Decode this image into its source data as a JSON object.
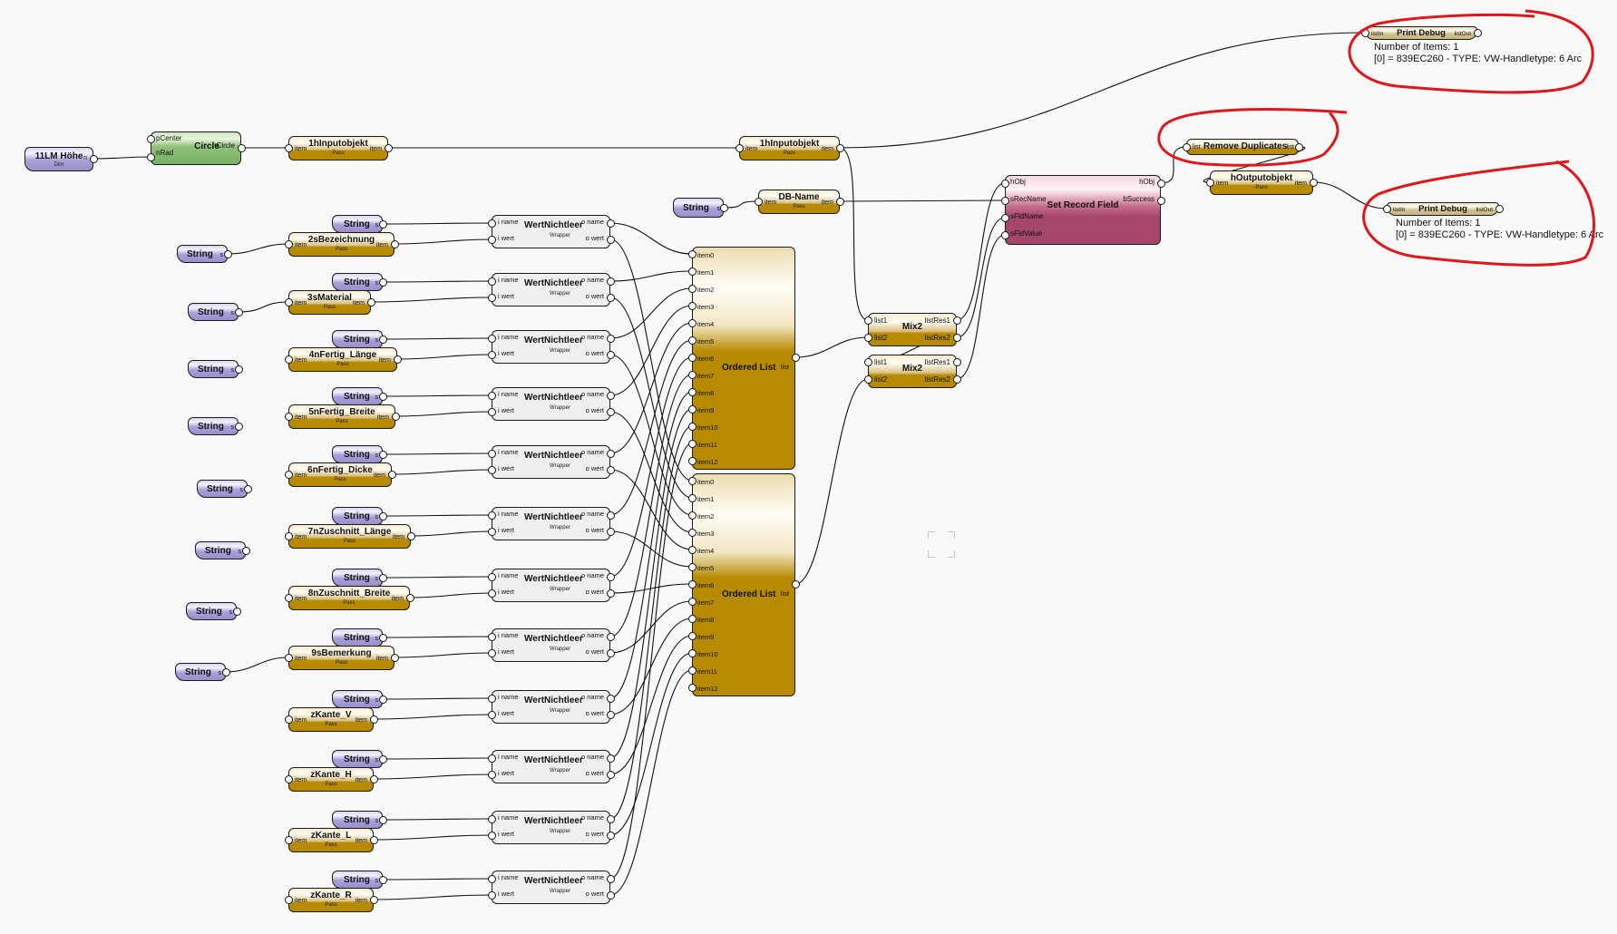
{
  "canvas": {
    "background": "#f9f9f9",
    "annotation_color": "#e0161a"
  },
  "nodes": {
    "lm_hoehe": {
      "title": "11LM Höhe",
      "subtitle": "Dim",
      "out_port": "n"
    },
    "circle": {
      "title": "Circle",
      "in_ports": [
        "pCenter",
        "nRad"
      ],
      "out_port": "hCircle"
    },
    "input_left": {
      "title": "1hInputobjekt",
      "subtitle": "Pass",
      "in_port": "item",
      "out_port": "item"
    },
    "input_right": {
      "title": "1hInputobjekt",
      "subtitle": "Pass",
      "in_port": "item",
      "out_port": "item"
    },
    "db_string": {
      "title": "String",
      "out_port": "s"
    },
    "db_name": {
      "title": "DB-Name",
      "subtitle": "Pass",
      "in_port": "item",
      "out_port": "item"
    },
    "set_record_field": {
      "title": "Set Record Field",
      "in_ports": [
        "hObj",
        "sRecName",
        "sFldName",
        "sFldValue"
      ],
      "out_ports": [
        "hObj",
        "bSuccess"
      ]
    },
    "remove_duplicates": {
      "title": "Remove Duplicates",
      "in_port": "list",
      "out_port": "list"
    },
    "output_obj": {
      "title": "hOutputobjekt",
      "subtitle": "Pass",
      "in_port": "item",
      "out_port": "item"
    },
    "print_debug_1": {
      "title": "Print Debug",
      "in_port": "listIn",
      "out_port": "listOut",
      "lines": [
        "Number of Items: 1",
        "[0] = 839EC260 - TYPE: VW-Handletype: 6 Arc"
      ]
    },
    "print_debug_2": {
      "title": "Print Debug",
      "in_port": "listIn",
      "out_port": "listOut",
      "lines": [
        "Number of Items: 1",
        "[0] = 839EC260 - TYPE: VW-Handletype: 6 Arc"
      ]
    },
    "mix2_a": {
      "title": "Mix2",
      "in_ports": [
        "list1",
        "list2"
      ],
      "out_ports": [
        "listRes1",
        "listRes2"
      ]
    },
    "mix2_b": {
      "title": "Mix2",
      "in_ports": [
        "list1",
        "list2"
      ],
      "out_ports": [
        "listRes1",
        "listRes2"
      ]
    },
    "ordered_list_1": {
      "title": "Ordered List",
      "out_port": "list",
      "items": [
        "item0",
        "item1",
        "item2",
        "item3",
        "item4",
        "item5",
        "item6",
        "item7",
        "item8",
        "item9",
        "item10",
        "item11",
        "item12"
      ]
    },
    "ordered_list_2": {
      "title": "Ordered List",
      "out_port": "list",
      "items": [
        "item0",
        "item1",
        "item2",
        "item3",
        "item4",
        "item5",
        "item6",
        "item7",
        "item8",
        "item9",
        "item10",
        "item11",
        "item12"
      ]
    }
  },
  "rows": [
    {
      "pass_title": "2sBezeichnung",
      "has_left_string": true
    },
    {
      "pass_title": "3sMaterial",
      "has_left_string": true
    },
    {
      "pass_title": "4nFertig_Länge",
      "has_left_string": false
    },
    {
      "pass_title": "5nFertig_Breite",
      "has_left_string": false
    },
    {
      "pass_title": "6nFertig_Dicke",
      "has_left_string": false
    },
    {
      "pass_title": "7nZuschnitt_Länge",
      "has_left_string": false
    },
    {
      "pass_title": "8nZuschnitt_Breite",
      "has_left_string": false
    },
    {
      "pass_title": "9sBemerkung",
      "has_left_string": true
    },
    {
      "pass_title": "zKante_V",
      "has_left_string": false
    },
    {
      "pass_title": "zKante_H",
      "has_left_string": false
    },
    {
      "pass_title": "zKante_L",
      "has_left_string": false
    },
    {
      "pass_title": "zKante_R",
      "has_left_string": false
    }
  ],
  "left_strings": [
    "String",
    "String",
    "String",
    "String",
    "String",
    "String",
    "String",
    "String"
  ],
  "common": {
    "string_title": "String",
    "string_port": "s",
    "pass_subtitle": "Pass",
    "pass_port": "item",
    "wrapper_title": "WertNichtleer",
    "wrapper_subtitle": "Wrapper",
    "wrapper_in": [
      "i name",
      "i wert"
    ],
    "wrapper_out": [
      "o name",
      "o wert"
    ]
  }
}
